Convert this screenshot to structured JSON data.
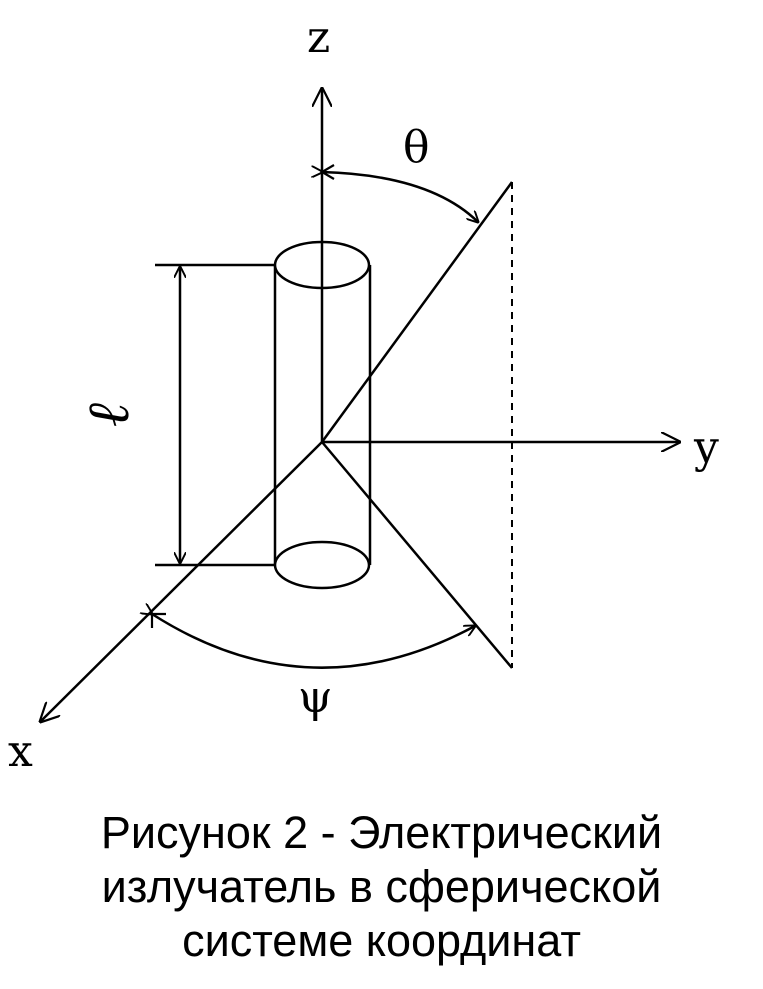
{
  "figure": {
    "axes": {
      "z": "z",
      "y": "y",
      "x": "x"
    },
    "angles": {
      "theta": "θ",
      "psi": "ψ"
    },
    "length": "ℓ"
  },
  "caption": {
    "line1": "Рисунок 2 - Электрический",
    "line2": "излучатель в сферической",
    "line3": "системе координат"
  }
}
